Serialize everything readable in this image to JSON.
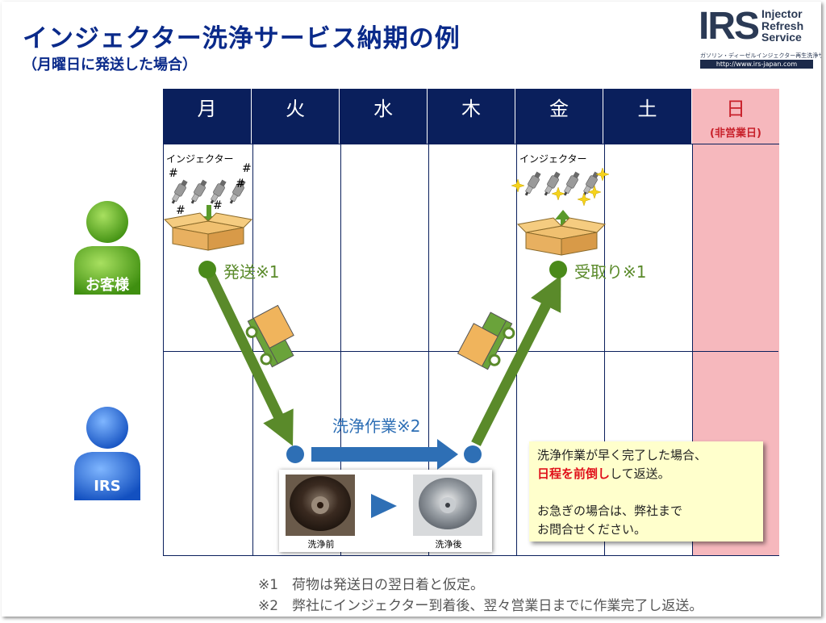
{
  "title": "インジェクター洗浄サービス納期の例",
  "subtitle": "（月曜日に発送した場合）",
  "logo": {
    "main": "IRS",
    "word1": "Injector",
    "word2": "Refresh",
    "word3": "Service",
    "sub": "ガソリン・ディーゼルインジェクター再生洗浄サービス",
    "url": "http://www.irs-japan.com"
  },
  "days": [
    "月",
    "火",
    "水",
    "木",
    "金",
    "土",
    "日"
  ],
  "holiday_note": "(非営業日)",
  "actors": {
    "customer": "お客様",
    "irs": "IRS"
  },
  "labels": {
    "injector_send": "インジェクター",
    "injector_return": "インジェクター",
    "send": "発送※1",
    "receive": "受取り※1",
    "wash": "洗浄作業※2",
    "before": "洗浄前",
    "after": "洗浄後"
  },
  "note": {
    "line1": "洗浄作業が早く完了した場合、",
    "line2_red": "日程を前倒し",
    "line2_rest": "して返送。",
    "line3": "お急ぎの場合は、弊社まで",
    "line4": "お問合せください。"
  },
  "footnotes": [
    "※1　荷物は発送日の翌日着と仮定。",
    "※2　弊社にインジェクター到着後、翌々営業日までに作業完了し返送。"
  ],
  "colors": {
    "header": "#0a1f5c",
    "holiday": "#f6b8bd",
    "flow_green": "#5a8a2a",
    "flow_blue": "#2e6fb5",
    "customer": "#6ab82a",
    "irs": "#2a6fd8"
  }
}
